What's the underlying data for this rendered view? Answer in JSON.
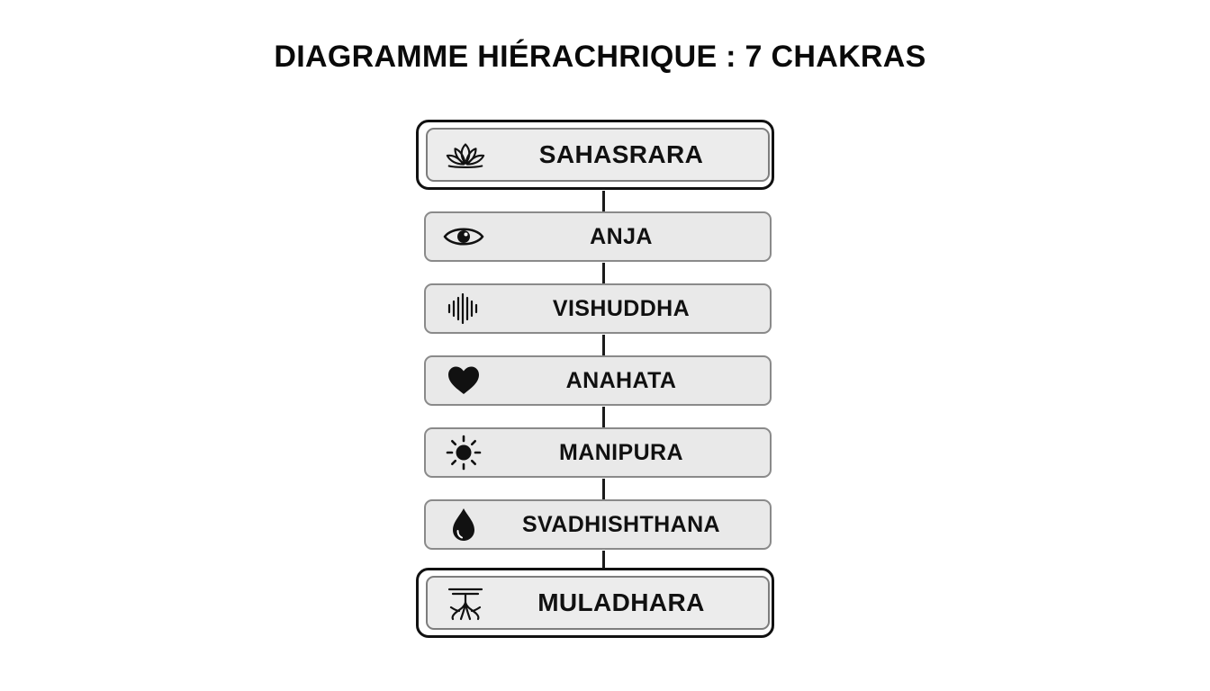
{
  "title": "DIAGRAMME HIÉRACHRIQUE : 7 CHAKRAS",
  "chakras": [
    {
      "name": "SAHASRARA",
      "icon": "lotus-icon",
      "emphasis": true
    },
    {
      "name": "ANJA",
      "icon": "eye-icon",
      "emphasis": false
    },
    {
      "name": "VISHUDDHA",
      "icon": "sound-wave-icon",
      "emphasis": false
    },
    {
      "name": "ANAHATA",
      "icon": "heart-icon",
      "emphasis": false
    },
    {
      "name": "MANIPURA",
      "icon": "sun-icon",
      "emphasis": false
    },
    {
      "name": "SVADHISHTHANA",
      "icon": "water-drop-icon",
      "emphasis": false
    },
    {
      "name": "MULADHARA",
      "icon": "root-icon",
      "emphasis": true
    }
  ],
  "colors": {
    "background": "#ffffff",
    "text": "#111111",
    "box_fill": "#e9e9e9",
    "box_border": "#8a8a8a",
    "outer_border": "#111111",
    "connector": "#1a1a1a"
  }
}
